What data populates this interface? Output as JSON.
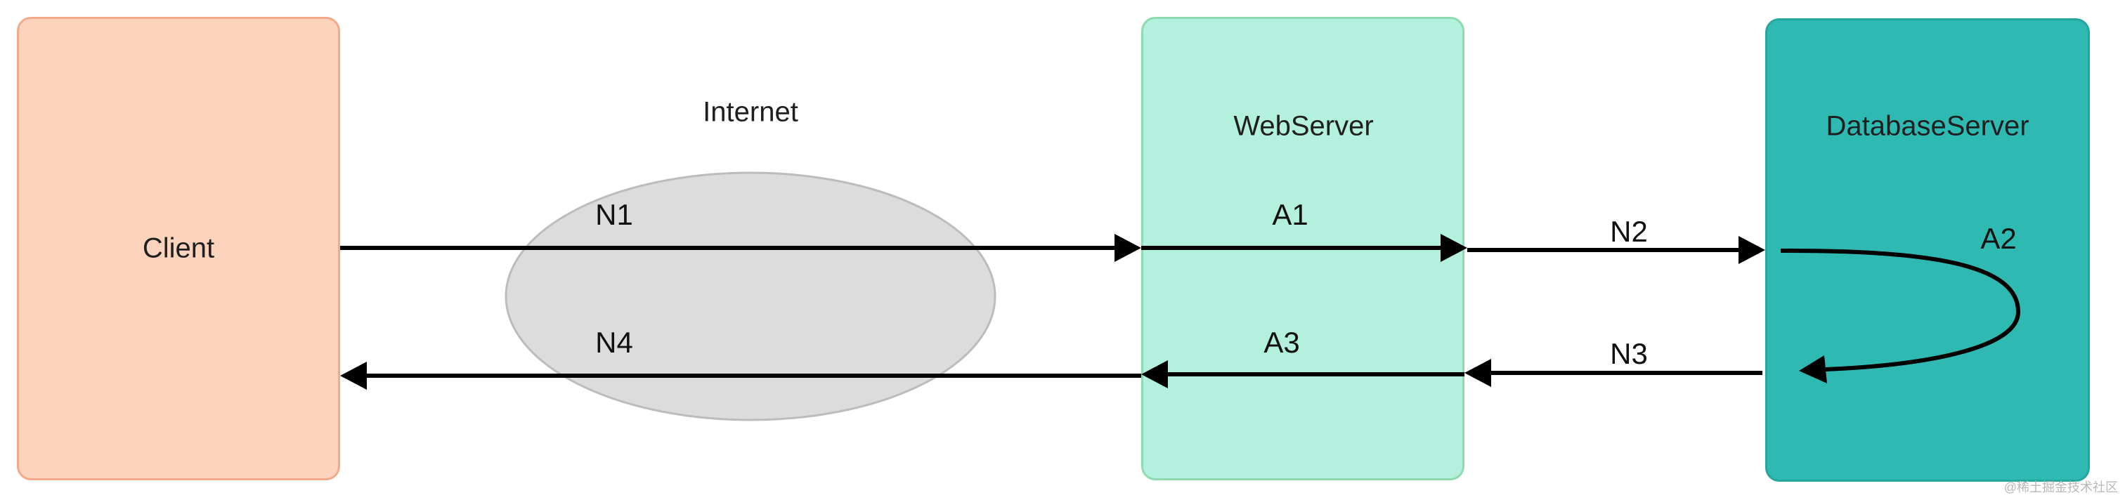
{
  "nodes": {
    "client": "Client",
    "internet": "Internet",
    "webserver": "WebServer",
    "database": "DatabaseServer"
  },
  "edges": {
    "n1": "N1",
    "a1": "A1",
    "n2": "N2",
    "a2": "A2",
    "n3": "N3",
    "a3": "A3",
    "n4": "N4"
  },
  "colors": {
    "client_fill": "#fcd3bd",
    "client_stroke": "#f4a98a",
    "web_fill": "#b3f0dd",
    "web_stroke": "#8edbb0",
    "db_fill": "#2ebab3",
    "db_stroke": "#25a7a0",
    "internet_fill": "#dcdcdd",
    "internet_stroke": "#bcbcbc",
    "arrow": "#000000"
  },
  "watermark": "@稀土掘金技术社区"
}
